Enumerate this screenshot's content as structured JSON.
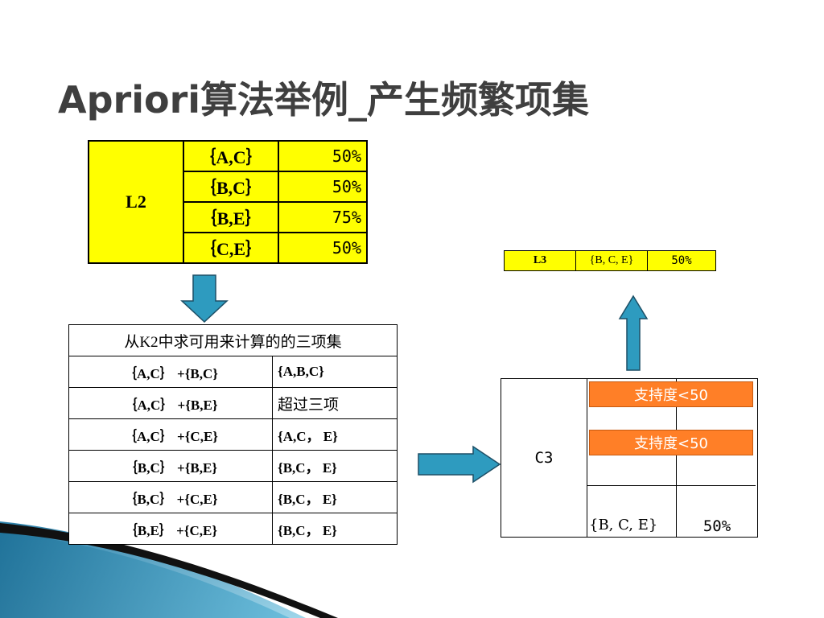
{
  "title": "Apriori算法举例_产生频繁项集",
  "l2": {
    "label": "L2",
    "rows": [
      {
        "set": "｛A,C｝",
        "support": "50%"
      },
      {
        "set": "｛B,C｝",
        "support": "50%"
      },
      {
        "set": "｛B,E｝",
        "support": "75%"
      },
      {
        "set": "｛C,E｝",
        "support": "50%"
      }
    ]
  },
  "l3": {
    "label": "L3",
    "set": "{B, C, E}",
    "support": "50%"
  },
  "combination": {
    "header": "从K2中求可用来计算的的三项集",
    "rows": [
      {
        "join": "｛A,C｝ +{B,C}",
        "result": "{A,B,C}"
      },
      {
        "join": "｛A,C｝ +{B,E}",
        "result": "超过三项"
      },
      {
        "join": "｛A,C｝ +{C,E}",
        "result": "{A,C， E}"
      },
      {
        "join": "｛B,C｝ +{B,E}",
        "result": "{B,C， E}"
      },
      {
        "join": "｛B,C｝ +{C,E}",
        "result": "{B,C， E}"
      },
      {
        "join": "｛B,E｝ +{C,E}",
        "result": "{B,C， E}"
      }
    ]
  },
  "c3": {
    "label": "C3",
    "set": "{B, C, E}",
    "support": "50%"
  },
  "badges": [
    "支持度<50",
    "支持度<50"
  ],
  "colors": {
    "yellow": "#ffff00",
    "orange": "#ff7f27",
    "arrow": "#2e9bbf",
    "title": "#3f3f3f"
  }
}
